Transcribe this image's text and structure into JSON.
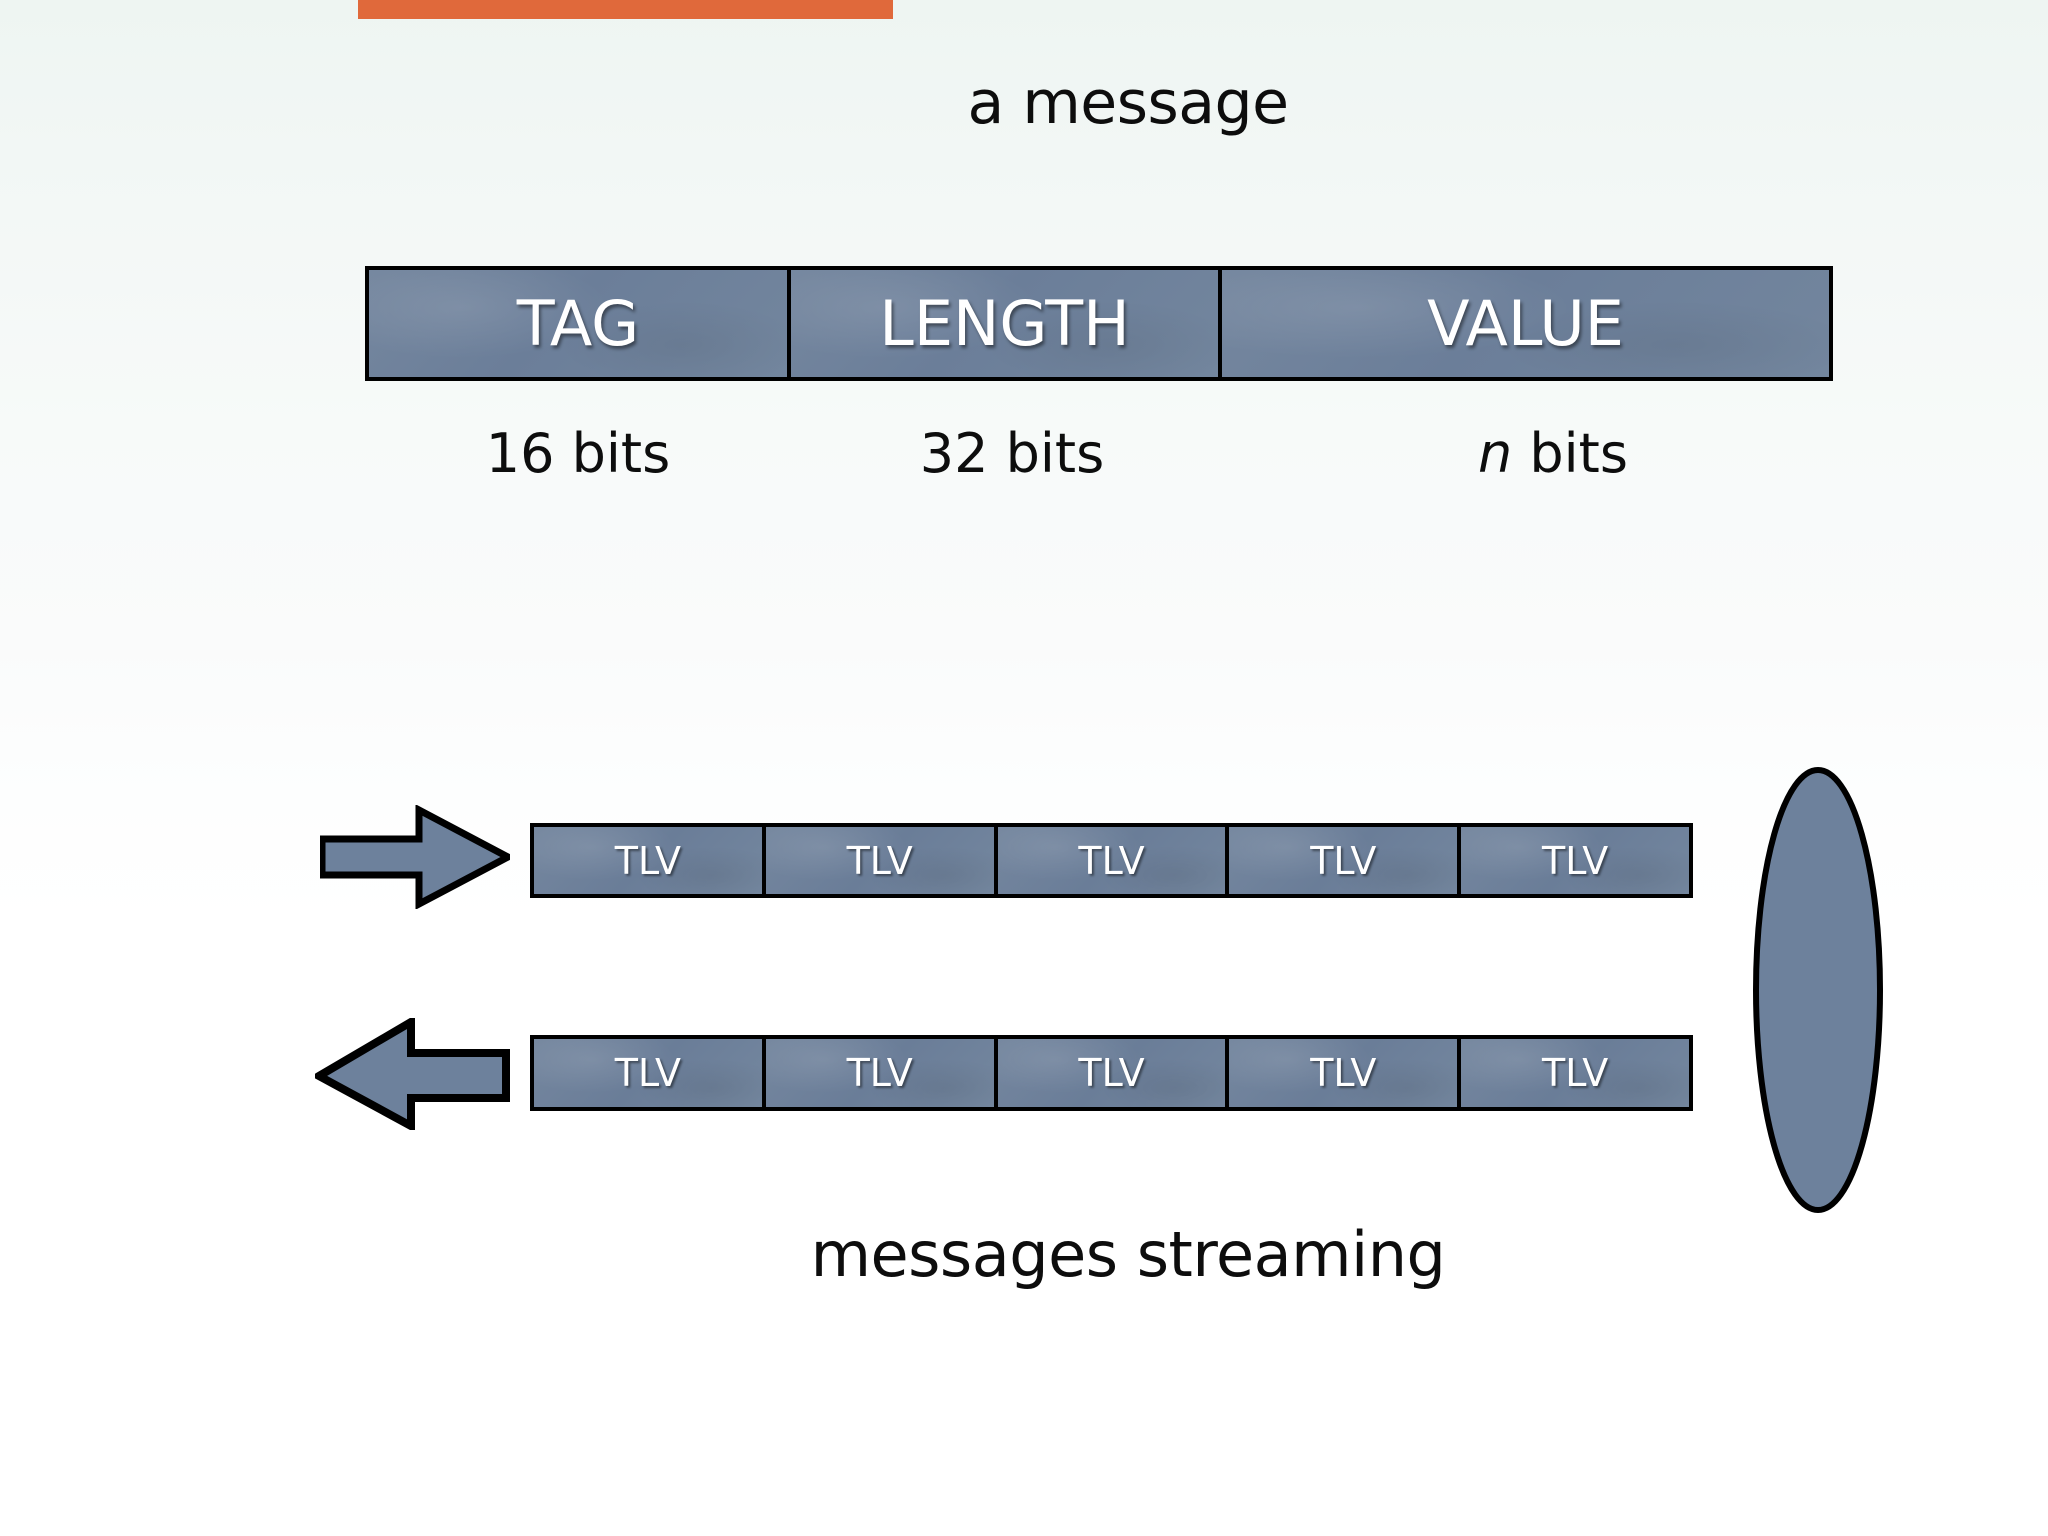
{
  "slide": {
    "background_top_color": "#eef5f2",
    "background_bottom_color": "#ffffff",
    "accent_bar_color": "#e0693b",
    "shape_fill_color": "#6d819c",
    "shape_stroke_color": "#000000",
    "label_text_color": "#ffffff",
    "body_text_color": "#0d0d0d"
  },
  "headings": {
    "message_title": "a message",
    "streaming_caption": "messages streaming"
  },
  "message_format": {
    "fields": [
      {
        "label": "TAG",
        "width": "16 bits"
      },
      {
        "label": "LENGTH",
        "width": "32 bits"
      },
      {
        "label": "VALUE",
        "width_prefix": "n",
        "width_suffix": " bits"
      }
    ]
  },
  "streaming": {
    "rows": [
      {
        "direction": "inbound",
        "arrow_icon": "arrow-right-icon",
        "cells": [
          "TLV",
          "TLV",
          "TLV",
          "TLV",
          "TLV"
        ]
      },
      {
        "direction": "outbound",
        "arrow_icon": "arrow-left-icon",
        "cells": [
          "TLV",
          "TLV",
          "TLV",
          "TLV",
          "TLV"
        ]
      }
    ],
    "endpoint_icon": "ellipse-endpoint-icon"
  }
}
